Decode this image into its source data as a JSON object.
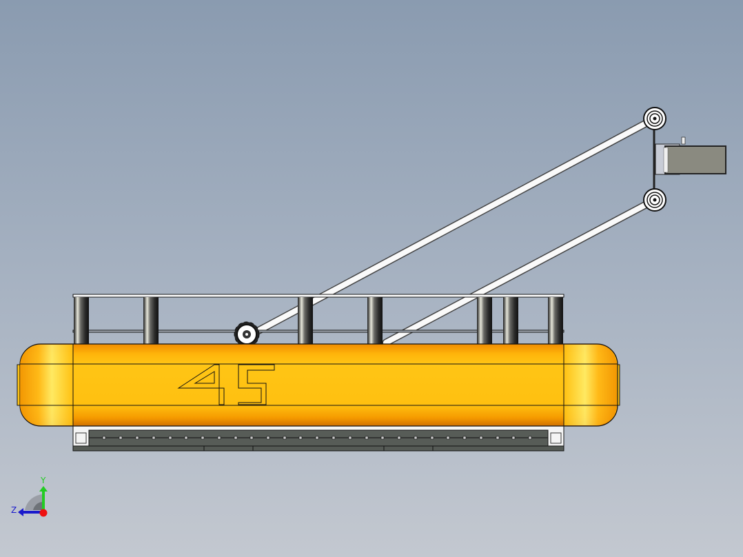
{
  "viewport": {
    "background_top": "#8a9bb0",
    "background_bottom": "#c3c8d0",
    "model": {
      "name": "pontoon-boat-assembly",
      "hull_marking": "45",
      "hull_color": "#ffc20e",
      "hull_shade": "#f29a00",
      "post_count": 7,
      "arm_count": 2
    },
    "triad": {
      "y_label": "Y",
      "z_label": "Z",
      "y_color": "#22cc22",
      "z_color": "#1a1acc",
      "x_color": "#ee1111"
    }
  }
}
